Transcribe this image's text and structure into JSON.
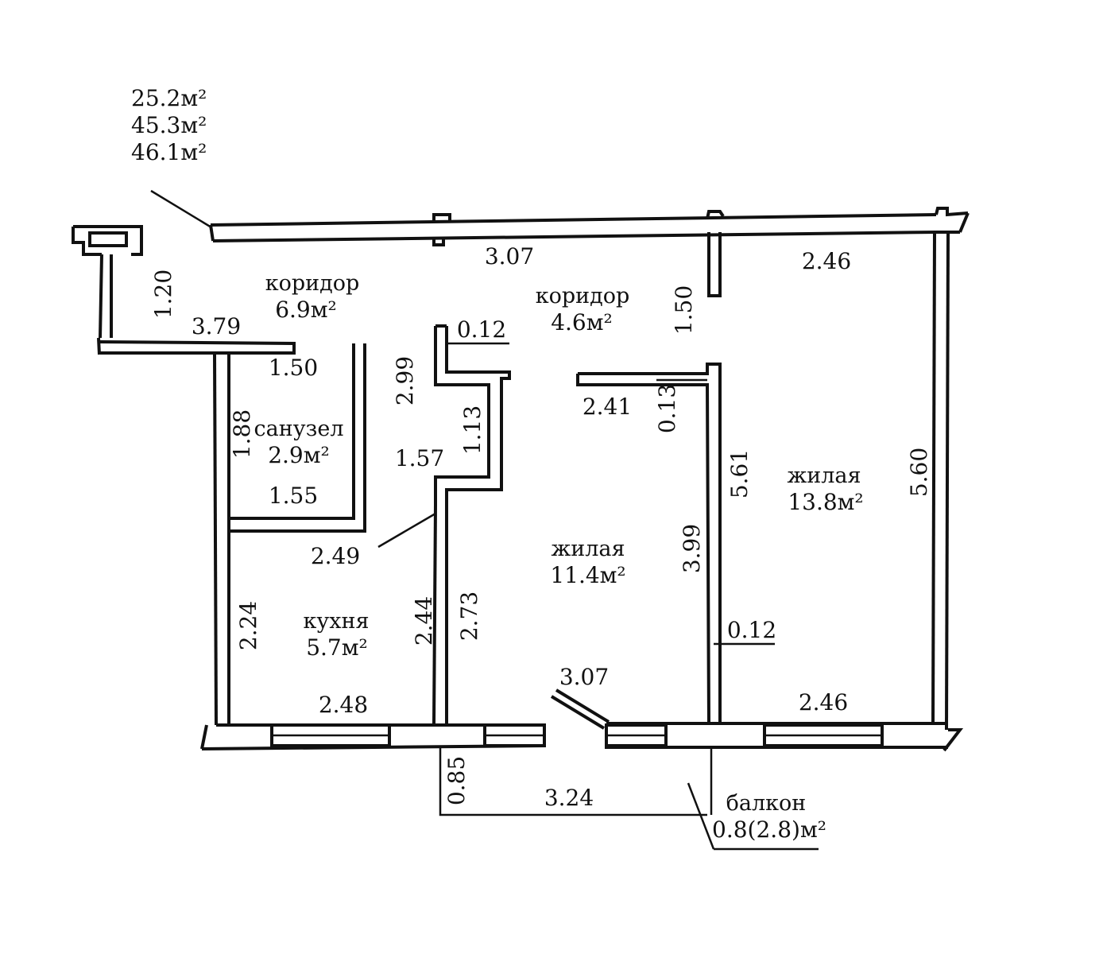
{
  "totals": {
    "living": "25.2м²",
    "total": "45.3м²",
    "total_with_balcony": "46.1м²"
  },
  "rooms": {
    "corridor_1": {
      "name": "коридор",
      "area": "6.9м²"
    },
    "corridor_2": {
      "name": "коридор",
      "area": "4.6м²"
    },
    "bathroom": {
      "name": "санузел",
      "area": "2.9м²"
    },
    "kitchen": {
      "name": "кухня",
      "area": "5.7м²"
    },
    "living_1": {
      "name": "жилая",
      "area": "11.4м²"
    },
    "living_2": {
      "name": "жилая",
      "area": "13.8м²"
    },
    "balcony": {
      "name": "балкон",
      "area": "0.8(2.8)м²"
    }
  },
  "dimensions": {
    "top_3_07": "3.07",
    "top_2_46": "2.46",
    "d_1_20": "1.20",
    "d_3_79": "3.79",
    "d_1_50_a": "1.50",
    "d_1_50_b": "1.50",
    "d_0_12_a": "0.12",
    "d_2_99": "2.99",
    "d_1_13": "1.13",
    "d_2_41": "2.41",
    "d_0_13": "0.13",
    "d_1_88": "1.88",
    "d_1_57": "1.57",
    "d_1_55": "1.55",
    "d_5_61": "5.61",
    "d_5_60": "5.60",
    "d_2_49": "2.49",
    "d_3_99": "3.99",
    "d_2_24": "2.24",
    "d_2_44": "2.44",
    "d_2_73": "2.73",
    "d_0_12_b": "0.12",
    "d_3_07_b": "3.07",
    "d_2_48": "2.48",
    "d_2_46_b": "2.46",
    "d_0_85": "0.85",
    "d_3_24": "3.24"
  }
}
